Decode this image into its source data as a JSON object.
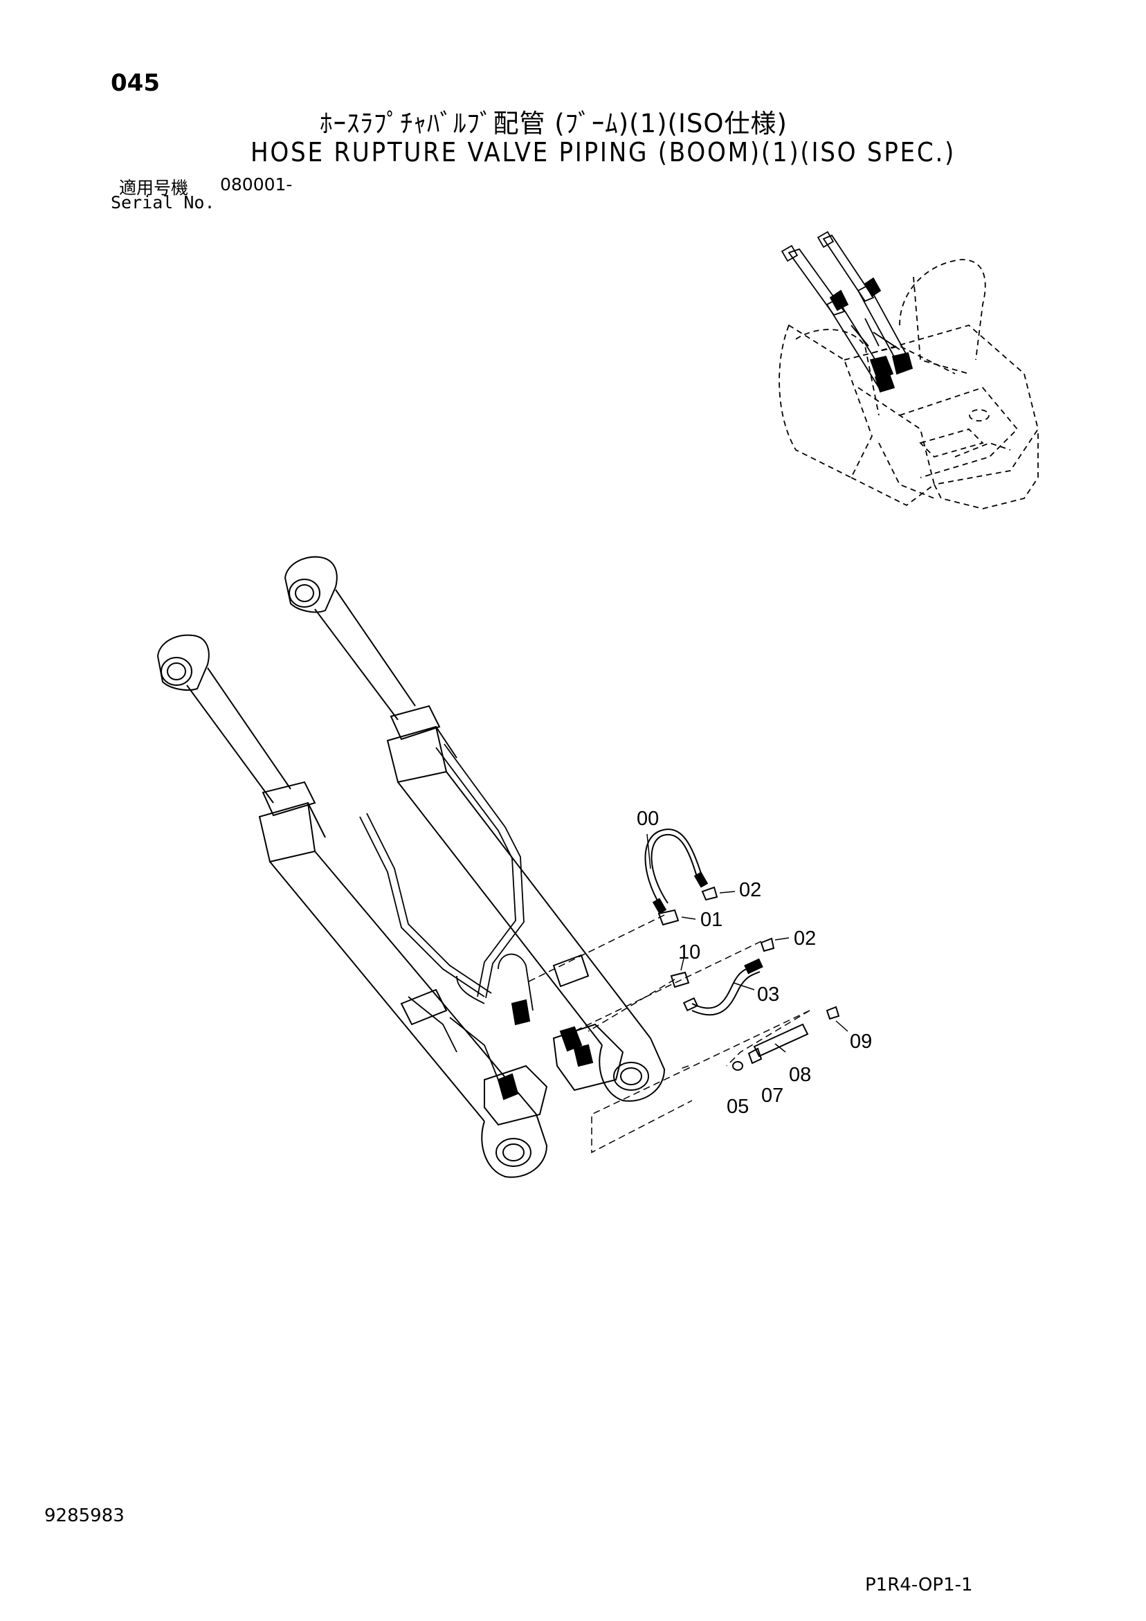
{
  "header": {
    "page_number": "045",
    "title_jp": "ﾎｰｽﾗﾌﾟﾁｬﾊﾞﾙﾌﾞ配管 (ﾌﾞｰﾑ)(1)(ISO仕様)",
    "title_en": "HOSE RUPTURE VALVE PIPING (BOOM)(1)(ISO SPEC.)",
    "serial_label_jp": "適用号機",
    "serial_value": "080001-",
    "serial_label_en": "Serial No."
  },
  "callouts": [
    {
      "id": "callout-00",
      "label": "00"
    },
    {
      "id": "callout-01",
      "label": "01"
    },
    {
      "id": "callout-02a",
      "label": "02"
    },
    {
      "id": "callout-02b",
      "label": "02"
    },
    {
      "id": "callout-03",
      "label": "03"
    },
    {
      "id": "callout-05",
      "label": "05"
    },
    {
      "id": "callout-07",
      "label": "07"
    },
    {
      "id": "callout-08",
      "label": "08"
    },
    {
      "id": "callout-09",
      "label": "09"
    },
    {
      "id": "callout-10",
      "label": "10"
    }
  ],
  "footer": {
    "doc_number": "9285983",
    "page_code": "P1R4-OP1-1"
  }
}
